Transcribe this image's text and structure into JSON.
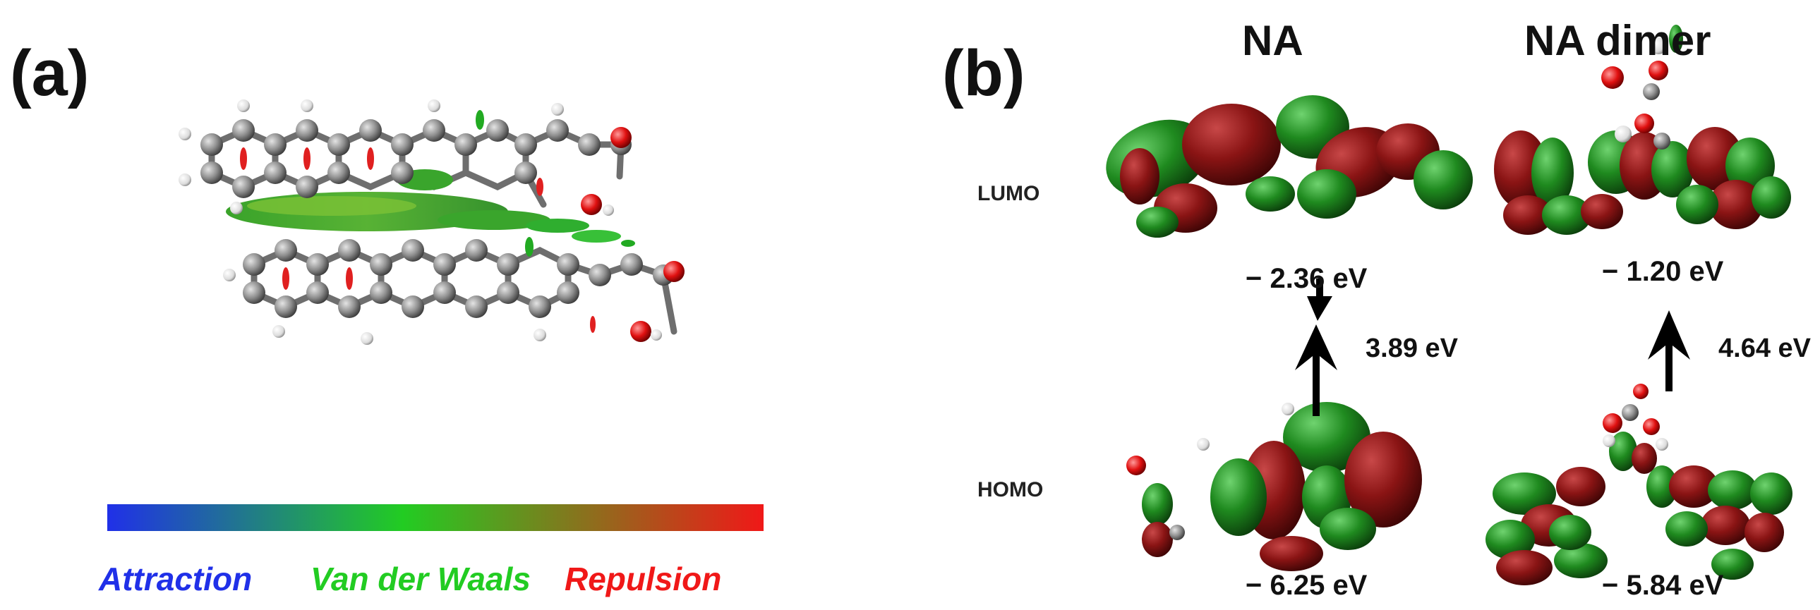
{
  "panel_a": {
    "label": "(a)",
    "legend": {
      "attraction": "Attraction",
      "vdw": "Van der Waals",
      "repulsion": "Repulsion",
      "colors": {
        "attraction": "#2030e8",
        "vdw": "#22cc22",
        "repulsion": "#f01818"
      }
    }
  },
  "panel_b": {
    "label": "(b)",
    "columns": {
      "na": "NA",
      "dimer": "NA dimer"
    },
    "rows": {
      "lumo": "LUMO",
      "homo": "HOMO"
    },
    "energies": {
      "na_lumo": "− 2.36 eV",
      "dimer_lumo": "− 1.20 eV",
      "na_homo": "− 6.25 eV",
      "dimer_homo": "− 5.84 eV"
    },
    "gaps": {
      "na": "3.89 eV",
      "dimer": "4.64 eV"
    },
    "orbital_colors": {
      "positive": "#1f8a1f",
      "negative": "#8a1414"
    },
    "atom_colors": {
      "carbon": "#8f8f8f",
      "hydrogen": "#f2f2f2",
      "oxygen": "#e01010"
    }
  }
}
